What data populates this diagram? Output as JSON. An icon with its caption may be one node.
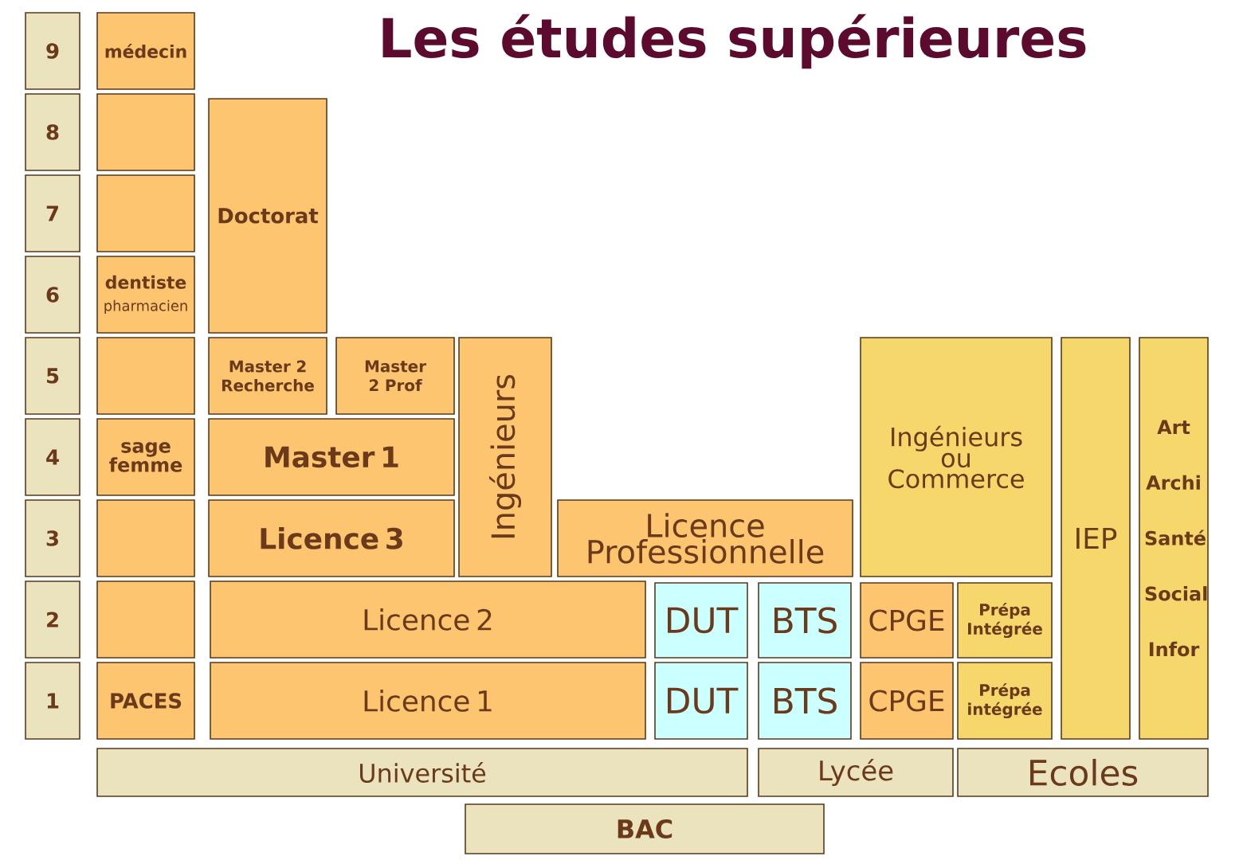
{
  "diagram": {
    "title": "Les études supérieures",
    "nodes": [
      {
        "text": [
          "9"
        ]
      },
      {
        "text": [
          "médecin"
        ]
      },
      {
        "text": [
          "8"
        ]
      },
      {
        "text": [],
        "shape": "box"
      },
      {
        "text": [
          "7"
        ]
      },
      {
        "text": [],
        "shape": "box"
      },
      {
        "text": [
          "Doctorat"
        ]
      },
      {
        "text": [
          "6"
        ]
      },
      {
        "text": [
          "dentiste",
          "pharmacien"
        ]
      },
      {
        "text": [
          "5"
        ]
      },
      {
        "text": [],
        "shape": "box"
      },
      {
        "text": [
          "Master 2 Recherche"
        ]
      },
      {
        "text": [
          "Master 2 Prof"
        ]
      },
      {
        "text": [
          "Ingénieurs"
        ]
      },
      {
        "text": [
          "Ingénieurs ou Commerce"
        ]
      },
      {
        "text": [
          "IEP"
        ]
      },
      {
        "text": [
          "Art",
          "Archi",
          "Santé",
          "Social",
          "Infor"
        ]
      },
      {
        "text": [
          "4"
        ]
      },
      {
        "text": [
          "sage femme"
        ]
      },
      {
        "text": [
          "Master 1"
        ]
      },
      {
        "text": [
          "3"
        ]
      },
      {
        "text": [],
        "shape": "box"
      },
      {
        "text": [
          "Licence 3"
        ]
      },
      {
        "text": [
          "Licence Professionnelle"
        ]
      },
      {
        "text": [
          "2"
        ]
      },
      {
        "text": [],
        "shape": "box"
      },
      {
        "text": [
          "Licence 2"
        ]
      },
      {
        "text": [
          "DUT"
        ]
      },
      {
        "text": [
          "BTS"
        ]
      },
      {
        "text": [
          "CPGE"
        ]
      },
      {
        "text": [
          "Prépa Intégrée"
        ]
      },
      {
        "text": [
          "1"
        ]
      },
      {
        "text": [
          "PACES"
        ]
      },
      {
        "text": [
          "Licence 1"
        ]
      },
      {
        "text": [
          "DUT"
        ]
      },
      {
        "text": [
          "BTS"
        ]
      },
      {
        "text": [
          "CPGE"
        ]
      },
      {
        "text": [
          "Prépa intégrée"
        ]
      },
      {
        "text": [
          "Université"
        ]
      },
      {
        "text": [
          "Lycée"
        ]
      },
      {
        "text": [
          "Ecoles"
        ]
      },
      {
        "text": [
          "BAC"
        ]
      }
    ]
  }
}
